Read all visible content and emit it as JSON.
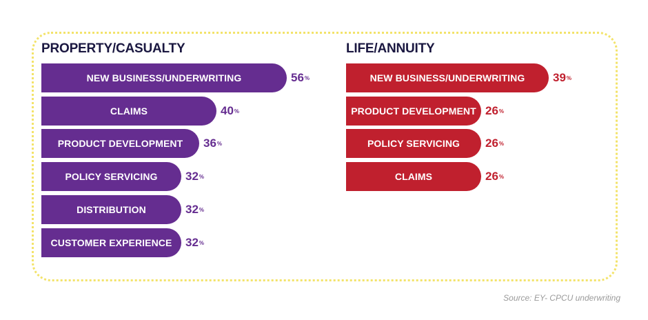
{
  "chart_data": [
    {
      "type": "bar",
      "orientation": "horizontal",
      "title": "PROPERTY/CASUALTY",
      "categories": [
        "NEW BUSINESS/UNDERWRITING",
        "CLAIMS",
        "PRODUCT DEVELOPMENT",
        "POLICY SERVICING",
        "DISTRIBUTION",
        "CUSTOMER EXPERIENCE"
      ],
      "values": [
        56,
        40,
        36,
        32,
        32,
        32
      ],
      "value_suffix": "%",
      "color": "#652d90"
    },
    {
      "type": "bar",
      "orientation": "horizontal",
      "title": "LIFE/ANNUITY",
      "categories": [
        "NEW BUSINESS/UNDERWRITING",
        "PRODUCT DEVELOPMENT",
        "POLICY SERVICING",
        "CLAIMS"
      ],
      "values": [
        39,
        26,
        26,
        26
      ],
      "value_suffix": "%",
      "color": "#c0202e"
    }
  ],
  "source": "Source: EY- CPCU underwriting"
}
